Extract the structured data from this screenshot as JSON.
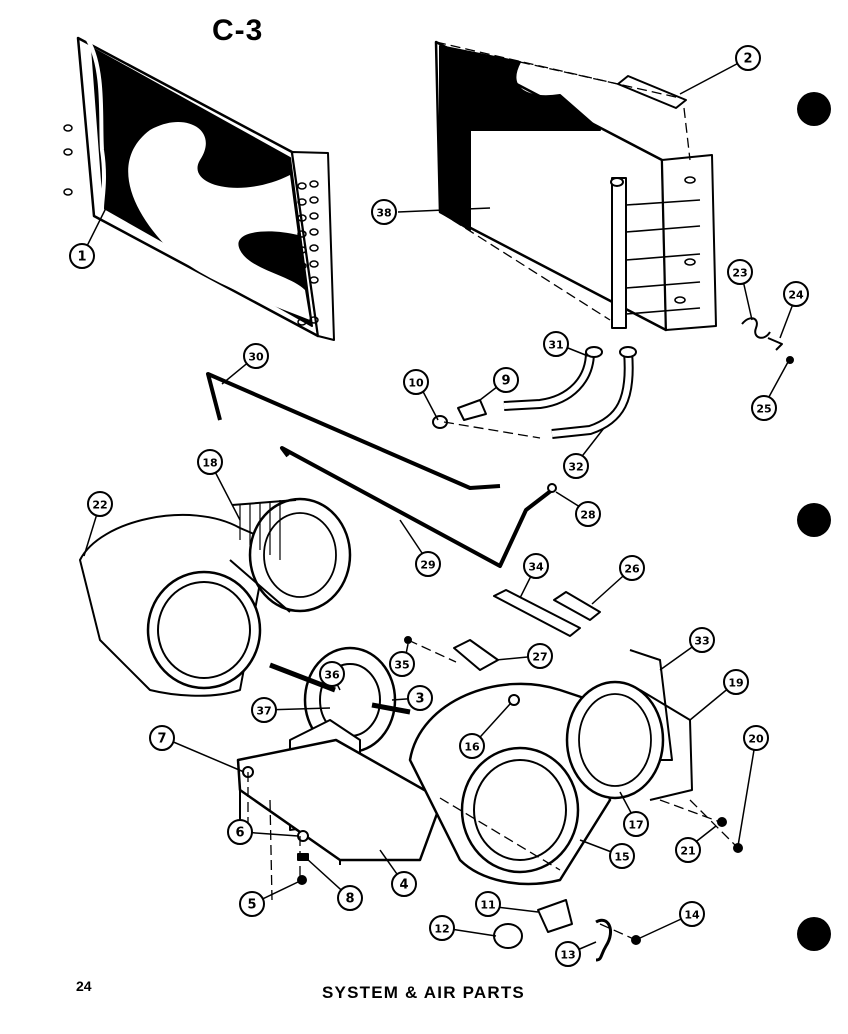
{
  "sheet": {
    "title": "C-3",
    "page_number": "24",
    "footer_title": "SYSTEM & AIR PARTS"
  },
  "callouts": [
    "1",
    "2",
    "38",
    "23",
    "24",
    "25",
    "31",
    "10",
    "9",
    "32",
    "30",
    "18",
    "22",
    "28",
    "29",
    "34",
    "26",
    "33",
    "19",
    "20",
    "27",
    "35",
    "36",
    "37",
    "3",
    "7",
    "16",
    "17",
    "21",
    "6",
    "8",
    "5",
    "4",
    "15",
    "11",
    "12",
    "13",
    "14"
  ]
}
